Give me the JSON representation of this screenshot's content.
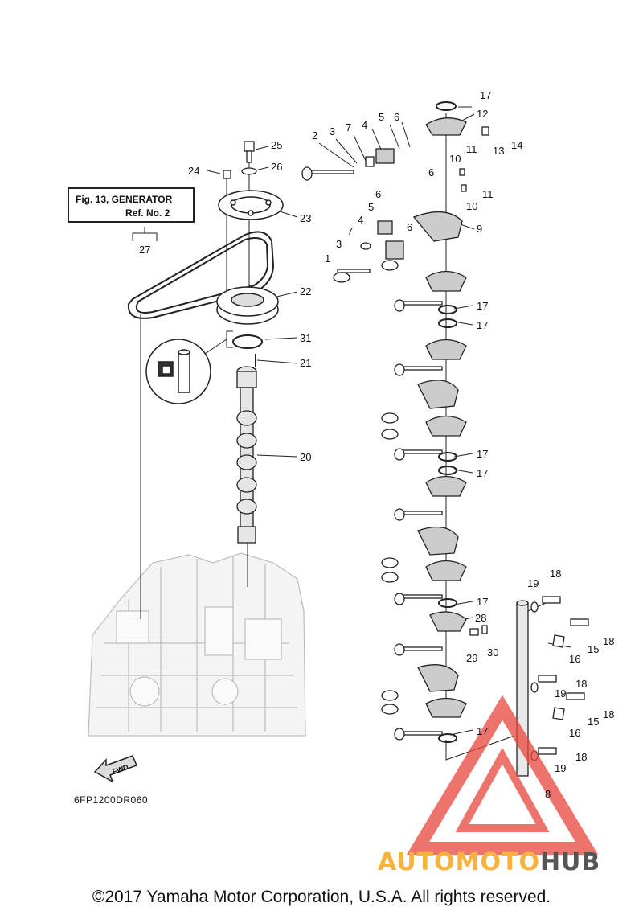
{
  "reference_box": {
    "line1": "Fig. 13, GENERATOR",
    "line2": "Ref. No. 2"
  },
  "diagram_code": "6FP1200DR060",
  "fwd_label": "FWD",
  "copyright": "©2017 Yamaha Motor Corporation, U.S.A. All rights reserved.",
  "watermark": {
    "part1": "AUTOMOTO",
    "part2": "HUB"
  },
  "colors": {
    "line": "#222222",
    "engine_block": "#bdbdbd",
    "watermark_red": "#e8463c",
    "watermark_orange": "#f6b23c",
    "watermark_gray": "#555555"
  },
  "callouts": {
    "c17a": "17",
    "c12": "12",
    "c6a": "6",
    "c5a": "5",
    "c4a": "4",
    "c7a": "7",
    "c3a": "3",
    "c2": "2",
    "c13": "13",
    "c14": "14",
    "c6b": "6",
    "c11a": "11",
    "c10a": "10",
    "c25": "25",
    "c26": "26",
    "c24": "24",
    "c6c": "6",
    "c11b": "11",
    "c10b": "10",
    "c5b": "5",
    "c6d": "6",
    "c4b": "4",
    "c9": "9",
    "c7b": "7",
    "c3b": "3",
    "c1": "1",
    "c23": "23",
    "c27": "27",
    "c22": "22",
    "c17b": "17",
    "c17c": "17",
    "c31": "31",
    "c21": "21",
    "c20": "20",
    "c17d": "17",
    "c17e": "17",
    "c19a": "19",
    "c18a": "18",
    "c17f": "17",
    "c28": "28",
    "c18b": "18",
    "c15a": "15",
    "c29": "29",
    "c30": "30",
    "c16a": "16",
    "c18c": "18",
    "c19b": "19",
    "c18d": "18",
    "c15b": "15",
    "c16b": "16",
    "c17g": "17",
    "c18e": "18",
    "c19c": "19",
    "c8": "8"
  }
}
